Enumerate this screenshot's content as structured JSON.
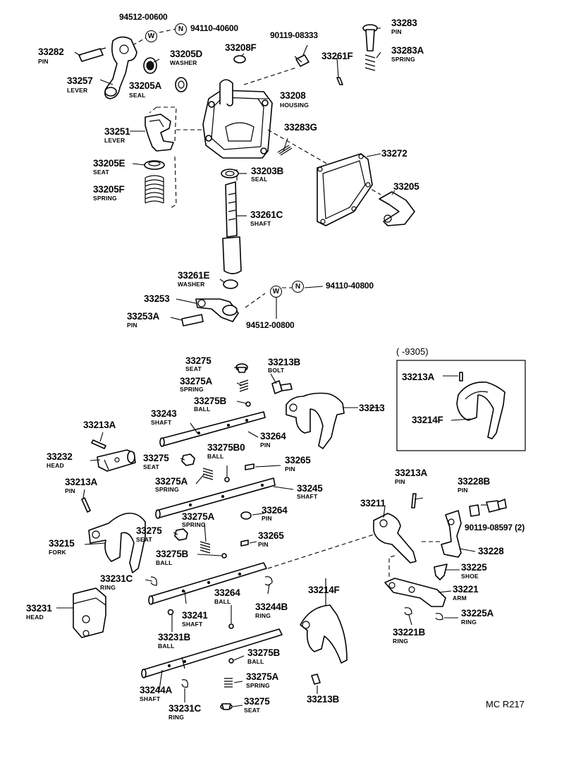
{
  "upper": {
    "p94512_00600": "94512-00600",
    "w_mark_1": "W",
    "n_mark_1": "N",
    "p94110_40600": "94110-40600",
    "p33282": "33282",
    "pin_1": "PIN",
    "p33257": "33257",
    "lever_1": "LEVER",
    "p33205D": "33205D",
    "washer_1": "WASHER",
    "p33205A": "33205A",
    "seal_1": "SEAL",
    "p33208F": "33208F",
    "p90119_08333": "90119-08333",
    "p33261F": "33261F",
    "p33283": "33283",
    "pin_2": "PIN",
    "p33283A": "33283A",
    "spring_1": "SPRING",
    "p33208": "33208",
    "housing": "HOUSING",
    "p33251": "33251",
    "lever_2": "LEVER",
    "p33283G": "33283G",
    "p33272": "33272",
    "p33205E": "33205E",
    "seat_1": "SEAT",
    "p33203B": "33203B",
    "seal_2": "SEAL",
    "p33205F": "33205F",
    "spring_2": "SPRING",
    "p33205": "33205",
    "p33261C": "33261C",
    "shaft_1": "SHAFT",
    "p33261E": "33261E",
    "washer_2": "WASHER",
    "p33253": "33253",
    "w_mark_2": "W",
    "n_mark_2": "N",
    "p94110_40800": "94110-40800",
    "p33253A": "33253A",
    "pin_3": "PIN",
    "p94512_00800": "94512-00800"
  },
  "lower": {
    "inset_title": "(      -9305)",
    "p33213A_inset": "33213A",
    "p33214F_inset": "33214F",
    "p33275_1": "33275",
    "seat_2": "SEAT",
    "p33213B_1": "33213B",
    "bolt": "BOLT",
    "p33275A_1": "33275A",
    "spring_3": "SPRING",
    "p33275B_1": "33275B",
    "ball_1": "BALL",
    "p33213": "33213",
    "p33243": "33243",
    "shaft_2": "SHAFT",
    "p33213A_1": "33213A",
    "p33264_1": "33264",
    "pin_4": "PIN",
    "p33232": "33232",
    "head_1": "HEAD",
    "p33275_2": "33275",
    "seat_3": "SEAT",
    "p33275B0": "33275B0",
    "ball_2": "BALL",
    "p33265_1": "33265",
    "pin_5": "PIN",
    "p33275A_2": "33275A",
    "spring_4": "SPRING",
    "p33213A_2": "33213A",
    "pin_6": "PIN",
    "p33245": "33245",
    "shaft_3": "SHAFT",
    "p33213A_3": "33213A",
    "pin_7": "PIN",
    "p33228B": "33228B",
    "pin_8": "PIN",
    "p33275A_3": "33275A",
    "spring_5": "SPRING",
    "p33264_2": "33264",
    "pin_9": "PIN",
    "p33211": "33211",
    "p90119_08597": "90119-08597 (2)",
    "p33215": "33215",
    "fork": "FORK",
    "p33275_3": "33275",
    "seat_4": "SEAT",
    "p33265_2": "33265",
    "pin_10": "PIN",
    "p33228": "33228",
    "p33275B_2": "33275B",
    "ball_3": "BALL",
    "p33225": "33225",
    "shoe": "SHOE",
    "p33231C_1": "33231C",
    "ring_1": "RING",
    "p33221": "33221",
    "arm": "ARM",
    "p33264_3": "33264",
    "ball_4": "BALL",
    "p33214F": "33214F",
    "p33244B": "33244B",
    "ring_2": "RING",
    "p33231": "33231",
    "head_2": "HEAD",
    "p33241": "33241",
    "shaft_4": "SHAFT",
    "p33225A": "33225A",
    "ring_3": "RING",
    "p33221B": "33221B",
    "ring_4": "RING",
    "p33231B": "33231B",
    "ball_5": "BALL",
    "p33275B_3": "33275B",
    "ball_6": "BALL",
    "p33244A": "33244A",
    "shaft_5": "SHAFT",
    "p33275A_4": "33275A",
    "spring_6": "SPRING",
    "p33213B_2": "33213B",
    "p33231C_2": "33231C",
    "ring_5": "RING",
    "p33275_4": "33275",
    "seat_5": "SEAT",
    "code": "MC R217"
  }
}
